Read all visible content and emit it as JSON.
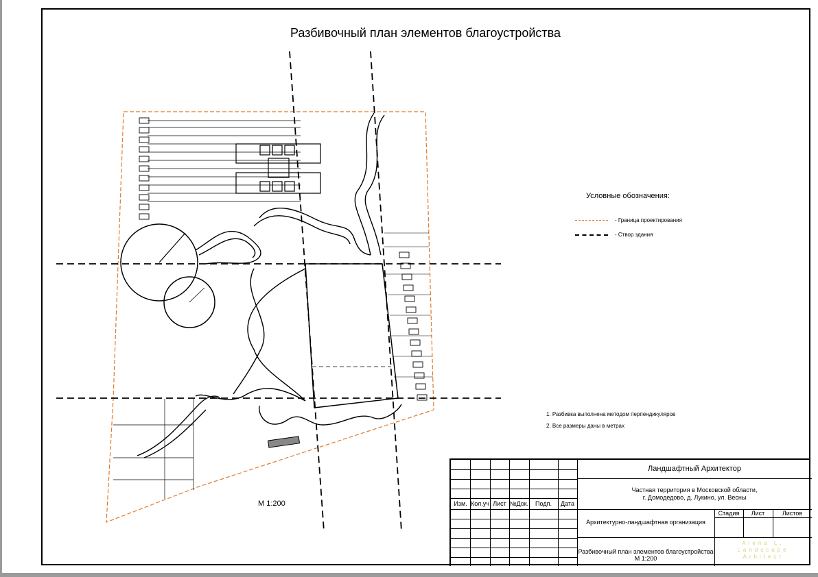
{
  "sheet": {
    "title": "Разбивочный план элементов благоустройства",
    "scale": "М 1:200"
  },
  "legend": {
    "title": "Условные обозначения:",
    "items": [
      {
        "label": "- Граница проектирования",
        "color": "#e07a2a"
      },
      {
        "label": "- Створ здания",
        "color": "#000000"
      }
    ]
  },
  "notes": [
    "1. Разбивка выполнена методом перпендикуляров",
    "2. Все размеры даны в метрах"
  ],
  "title_block": {
    "header_cols": [
      "Изм.",
      "Кол.уч",
      "Лист",
      "№Док.",
      "Подп.",
      "Дата"
    ],
    "designer": "Ландшафтный Архитектор",
    "project_line1": "Частная территория в Московской области,",
    "project_line2": "г. Домодедово, д. Лукино, ул. Весны",
    "organization": "Архитектурно-ландшафтная организация",
    "stage_cols": [
      "Стадия",
      "Лист",
      "Листов"
    ],
    "drawing_title": "Разбивочный план элементов благоустройства",
    "drawing_scale": "М 1:200",
    "watermark_lines": [
      "Alena L.",
      "Landscape",
      "Arhitect"
    ]
  }
}
